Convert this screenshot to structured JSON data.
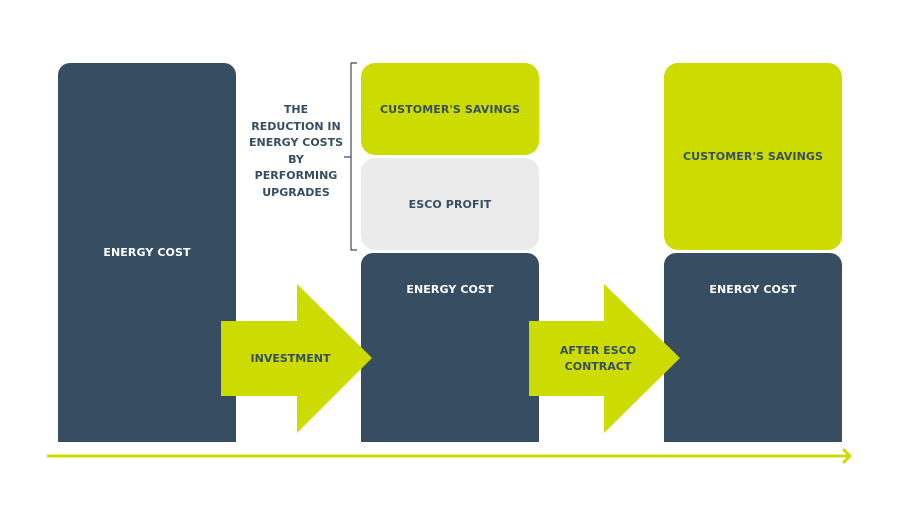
{
  "diagram": {
    "colors": {
      "dark": "#374e62",
      "accent": "#cddc00",
      "neutral": "#ebebeb",
      "text_dark": "#374e62",
      "text_light": "#ffffff"
    },
    "column1": {
      "energy_cost": "ENERGY COST"
    },
    "bracket_label": "THE REDUCTION IN ENERGY COSTS BY PERFORMING UPGRADES",
    "arrow1": {
      "label": "INVESTMENT"
    },
    "column2": {
      "customer_savings": "CUSTOMER'S SAVINGS",
      "esco_profit": "ESCO PROFIT",
      "energy_cost": "ENERGY COST"
    },
    "arrow2": {
      "label": "AFTER ESCO CONTRACT"
    },
    "column3": {
      "customer_savings": "CUSTOMER'S SAVINGS",
      "energy_cost": "ENERGY COST"
    },
    "timeline": {
      "icon": "arrow-right-icon"
    }
  }
}
